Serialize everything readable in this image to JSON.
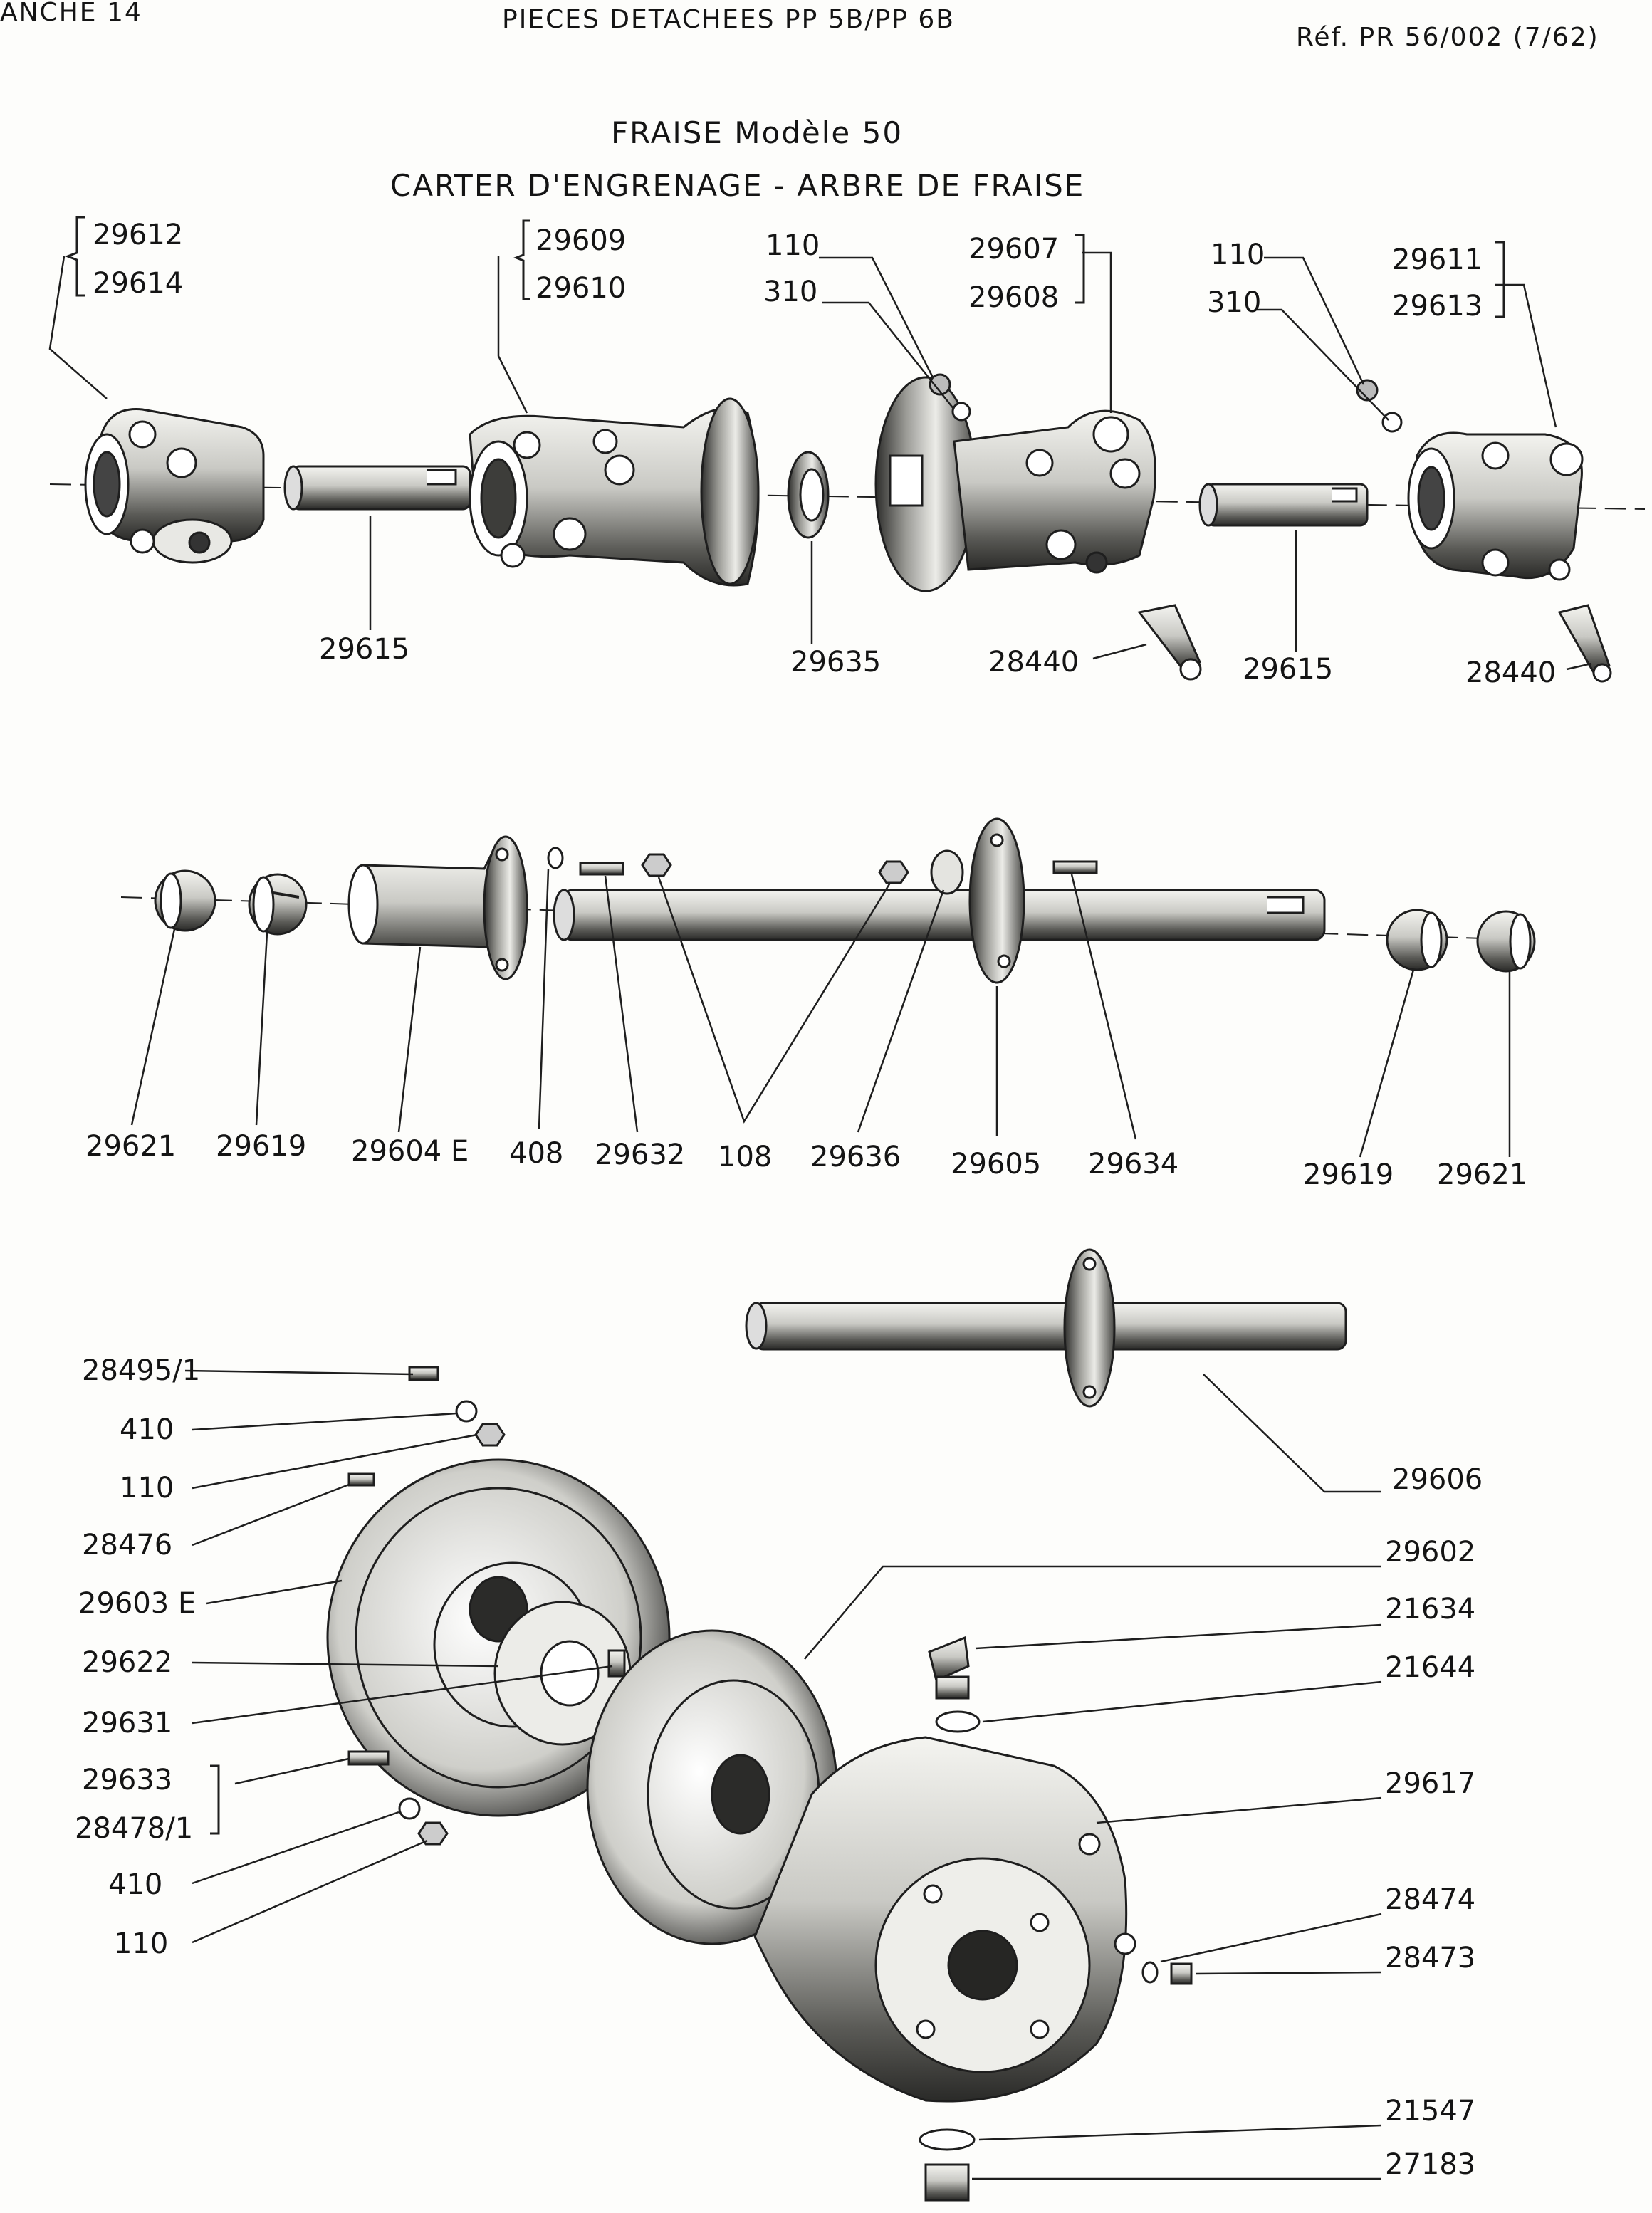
{
  "header": {
    "plate": "ANCHE 14",
    "title": "PIECES DETACHEES PP 5B/PP 6B",
    "ref": "Réf. PR 56/002 (7/62)"
  },
  "titles": {
    "line1": "FRAISE Modèle 50",
    "line2": "CARTER D'ENGRENAGE - ARBRE DE FRAISE"
  },
  "labels": {
    "l29612": "29612",
    "l29614": "29614",
    "l29609": "29609",
    "l29610": "29610",
    "l110a": "110",
    "l310a": "310",
    "l29607": "29607",
    "l29608": "29608",
    "l110b": "110",
    "l310b": "310",
    "l29611": "29611",
    "l29613": "29613",
    "l29615a": "29615",
    "l29635": "29635",
    "l28440a": "28440",
    "l29615b": "29615",
    "l28440b": "28440",
    "l29621a": "29621",
    "l29619a": "29619",
    "l29604E": "29604 E",
    "l408": "408",
    "l29632": "29632",
    "l108": "108",
    "l29636": "29636",
    "l29605": "29605",
    "l29634": "29634",
    "l29619b": "29619",
    "l29621b": "29621",
    "l28495": "28495/1",
    "l410a": "410",
    "l110c": "110",
    "l28476": "28476",
    "l29603E": "29603 E",
    "l29622": "29622",
    "l29631": "29631",
    "l29633": "29633",
    "l28478": "28478/1",
    "l410b": "410",
    "l110d": "110",
    "l29606": "29606",
    "l29602": "29602",
    "l21634": "21634",
    "l21644": "21644",
    "l29617": "29617",
    "l28474": "28474",
    "l28473": "28473",
    "l21547": "21547",
    "l27183": "27183"
  }
}
